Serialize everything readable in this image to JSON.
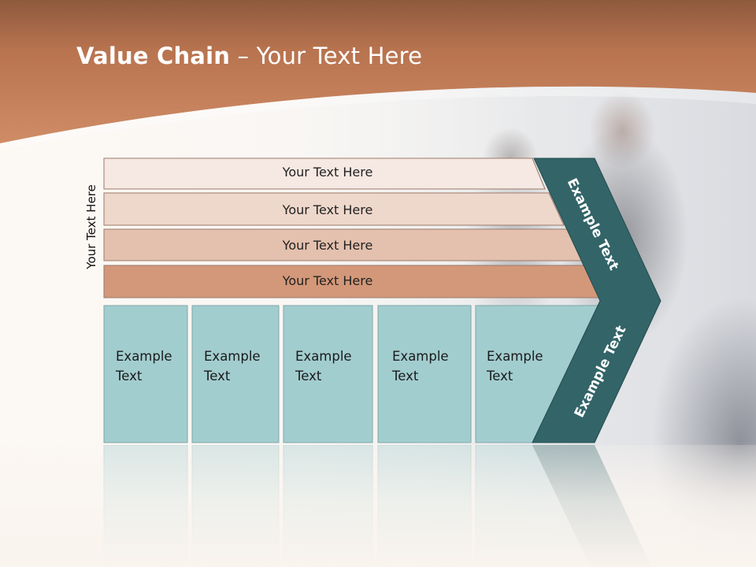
{
  "slide": {
    "title_bold": "Value Chain",
    "title_rest": " – Your Text Here",
    "side_label": "Your Text Here"
  },
  "bars": [
    {
      "label": "Your Text Here",
      "color": "#f6e8e2"
    },
    {
      "label": "Your Text Here",
      "color": "#eed7cb"
    },
    {
      "label": "Your Text Here",
      "color": "#e4c0ae"
    },
    {
      "label": "Your Text Here",
      "color": "#d39879"
    }
  ],
  "boxes": [
    {
      "line1": "Example",
      "line2": "Text"
    },
    {
      "line1": "Example",
      "line2": "Text"
    },
    {
      "line1": "Example",
      "line2": "Text"
    },
    {
      "line1": "Example",
      "line2": "Text"
    },
    {
      "line1": "Example",
      "line2": "Text"
    }
  ],
  "arrow": {
    "upper_label": "Example Text",
    "lower_label": "Example Text",
    "color": "#326468"
  },
  "colors": {
    "header": "#c07a55",
    "box_fill": "#a2cdcf",
    "box_border": "#7fa6a8"
  }
}
